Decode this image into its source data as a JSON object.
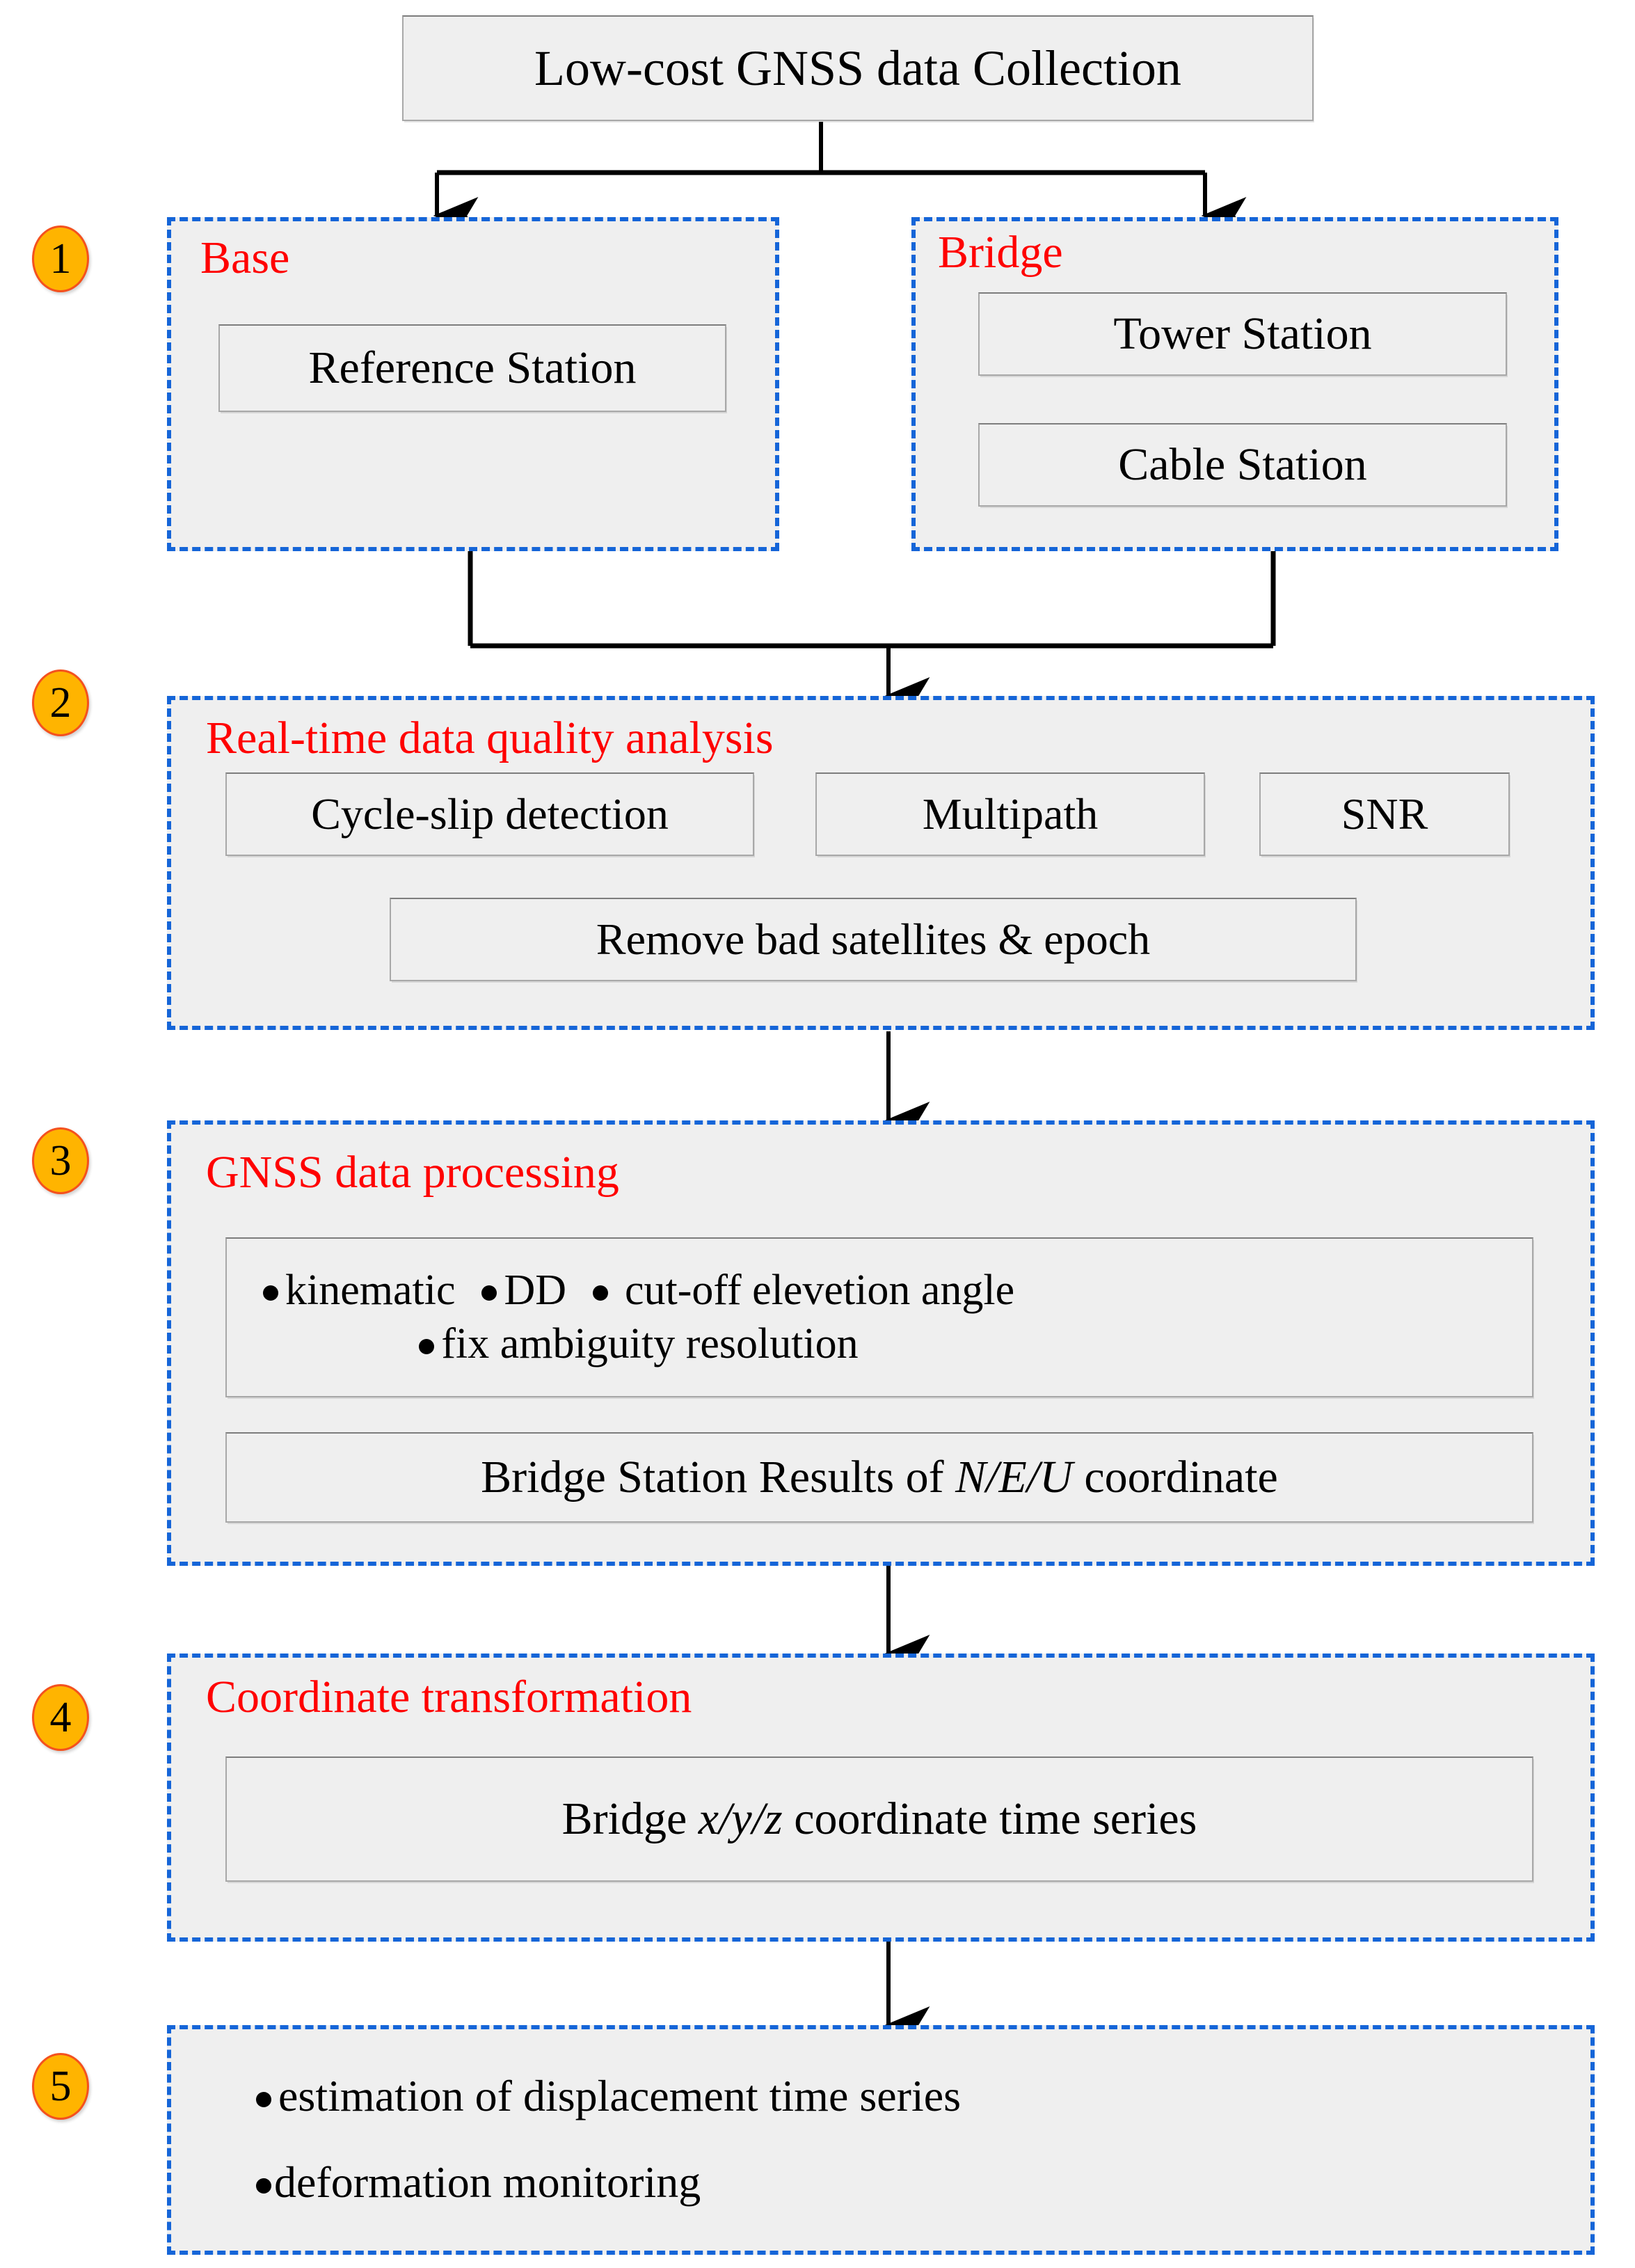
{
  "diagram": {
    "title_box": {
      "label": "Low-cost GNSS data Collection"
    },
    "steps": [
      {
        "number": "1",
        "groups": [
          {
            "title": "Base",
            "boxes": [
              "Reference Station"
            ]
          },
          {
            "title": "Bridge",
            "boxes": [
              "Tower Station",
              "Cable Station"
            ]
          }
        ]
      },
      {
        "number": "2",
        "title": "Real-time data quality analysis",
        "boxes_row": [
          "Cycle-slip detection",
          "Multipath",
          "SNR"
        ],
        "boxes_wide": [
          "Remove bad satellites & epoch"
        ]
      },
      {
        "number": "3",
        "title": "GNSS data processing",
        "bullets": [
          "kinematic",
          "DD",
          "cut-off elevetion angle",
          "fix ambiguity resolution"
        ],
        "result_box": {
          "pre": "Bridge Station Results of ",
          "italic": "N/E/U",
          "post": " coordinate"
        }
      },
      {
        "number": "4",
        "title": "Coordinate transformation",
        "result_box": {
          "pre": "Bridge ",
          "italic": "x/y/z",
          "post": " coordinate time series"
        }
      },
      {
        "number": "5",
        "bullets": [
          "estimation of displacement time series",
          "deformation monitoring"
        ]
      }
    ],
    "colors": {
      "panel_border": "#1565d8",
      "panel_fill": "#efefef",
      "title_red": "#ff0000",
      "circle_fill": "#ffb400",
      "circle_border": "#f4511e",
      "box_border": "#a8a8a8",
      "connector": "#000000"
    }
  }
}
